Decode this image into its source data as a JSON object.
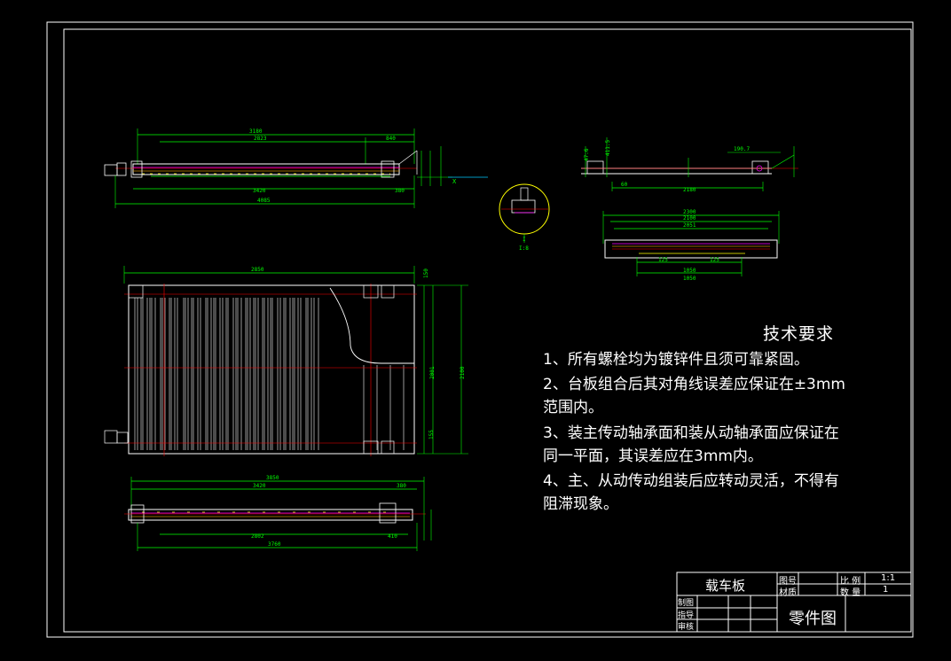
{
  "technical_requirements": {
    "title": "技术要求",
    "items": [
      "1、所有螺栓均为镀锌件且须可靠紧固。",
      "2、台板组合后其对角线误差应保证在±3mm",
      "范围内。",
      "3、装主传动轴承面和装从动轴承面应保证在",
      "同一平面，其误差应在3mm内。",
      "4、主、从动传动组装后应转动灵活，不得有",
      "阻滞现象。"
    ]
  },
  "title_block": {
    "part_name": "载车板",
    "label_drawing_no": "图号",
    "label_material": "材质",
    "label_scale": "比 例",
    "label_quantity": "数 量",
    "scale": "1:1",
    "quantity": "1",
    "label_drawn": "制图",
    "label_checked": "指导",
    "label_approved": "审核",
    "drawing_type": "零件图"
  },
  "dimensions": {
    "top_view_overall": "3180",
    "top_view_left": "2823",
    "top_view_right": "840",
    "top_view_lower": "3420",
    "top_view_lower_right": "380",
    "top_view_total": "4085",
    "plan_width": "2850",
    "plan_height": "2100",
    "plan_right_a": "150",
    "plan_right_b": "2001",
    "plan_right_c": "155",
    "bottom_overall": "3850",
    "bottom_left": "3420",
    "bottom_right": "380",
    "bottom_lower": "2802",
    "bottom_lower_right": "410",
    "bottom_total": "3760",
    "side_a": "47.6",
    "side_b": "411.5",
    "side_c": "190.7",
    "side_d": "2180",
    "side_e": "60",
    "end_a": "2300",
    "end_b": "2100",
    "end_c": "2051",
    "end_d": "125",
    "end_e": "125",
    "end_f": "1050",
    "end_g": "1050",
    "detail_label": "I",
    "detail_scale": "I:8",
    "arrow_label": "X"
  }
}
